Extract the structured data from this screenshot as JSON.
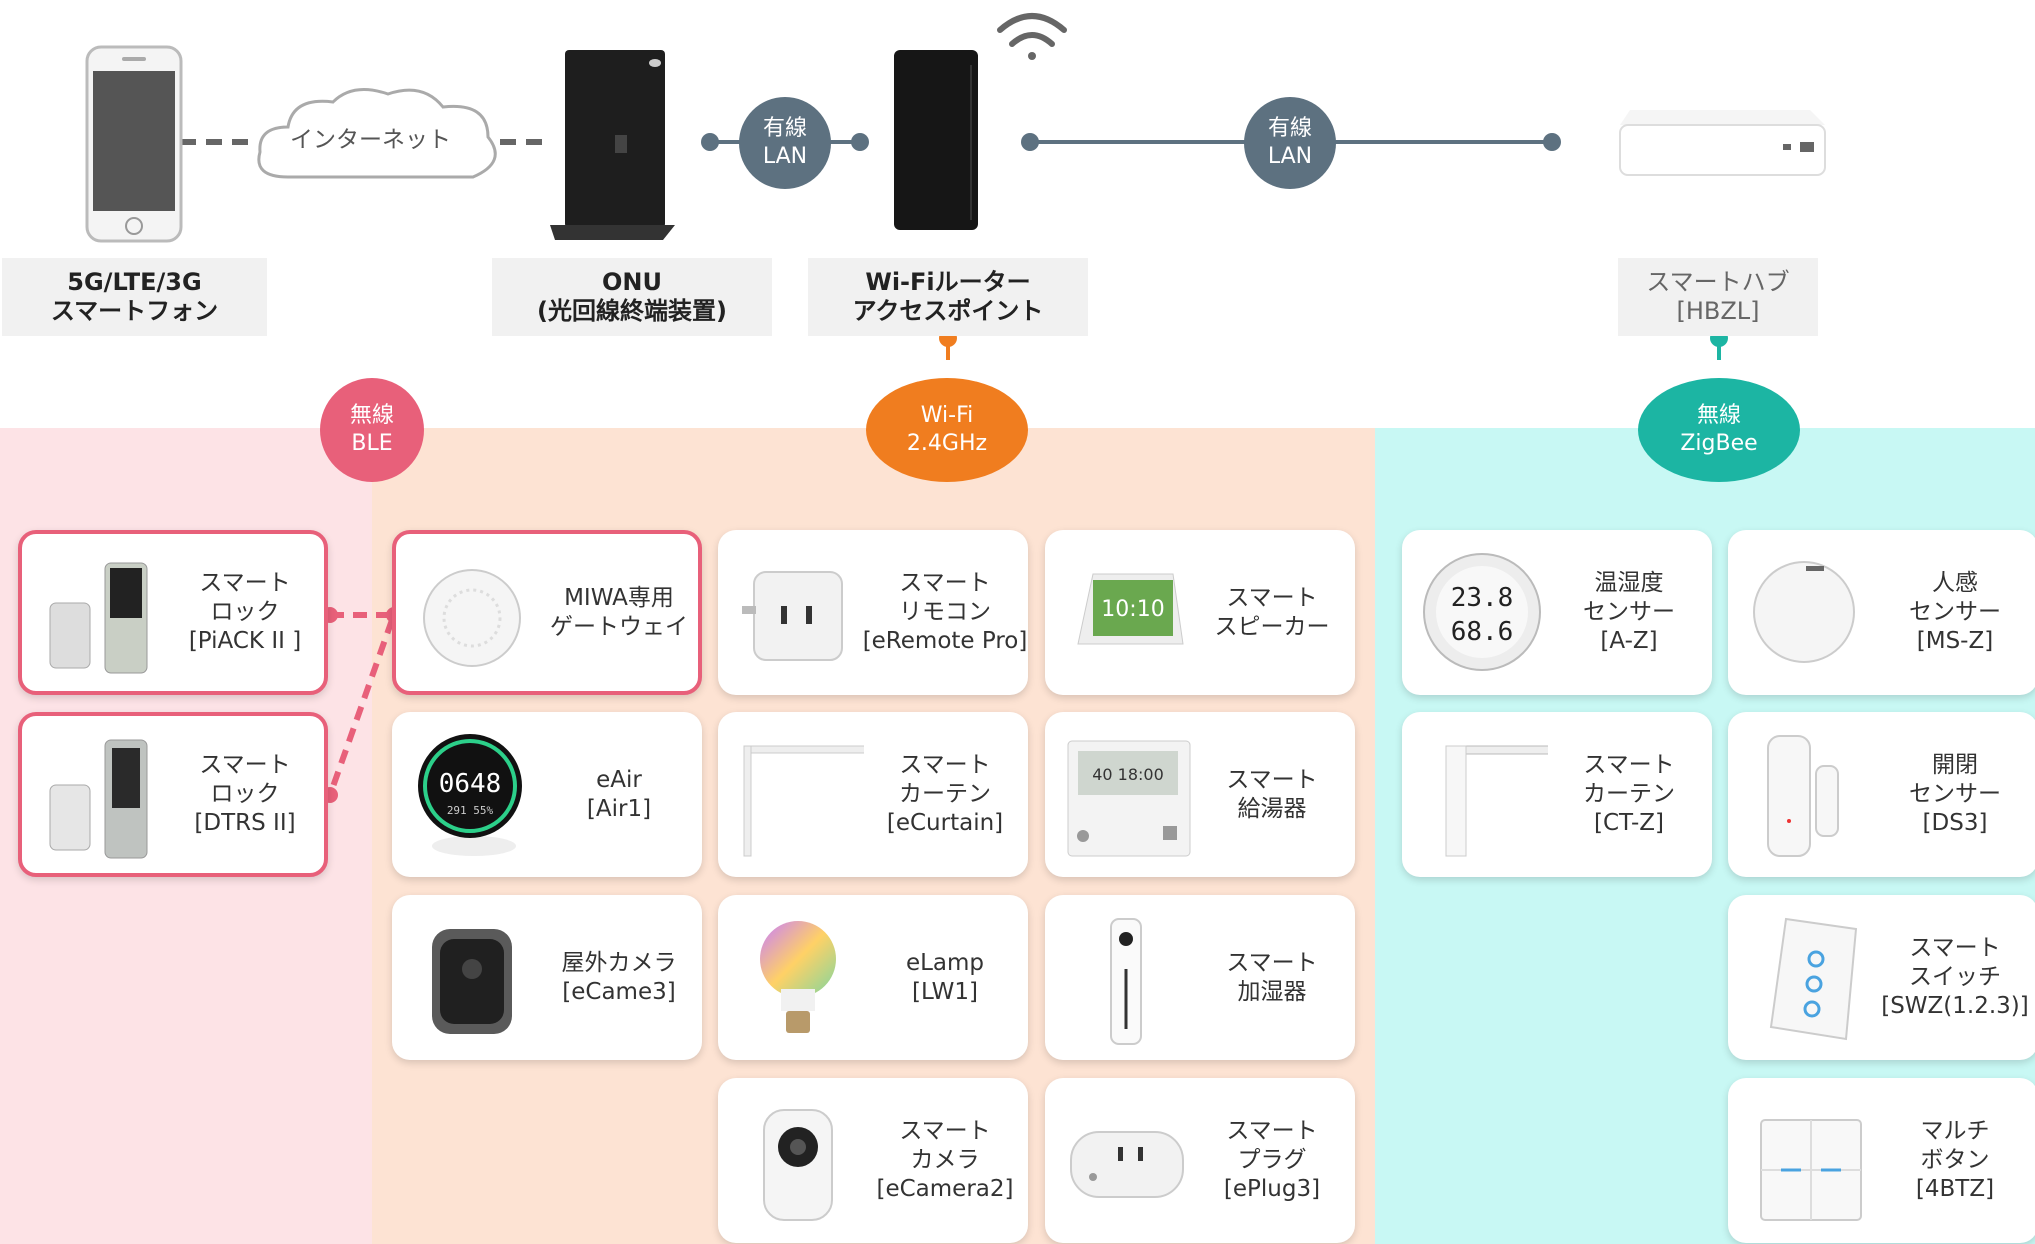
{
  "colors": {
    "ble": "#e8607a",
    "wifi": "#f07d1f",
    "zigbee": "#1cb5a3",
    "lan": "#5d7180",
    "ble_zone": "#fde3e6",
    "wifi_zone": "#fde3d3",
    "zigbee_zone": "#c8f8f4"
  },
  "top": {
    "internet": "インターネット",
    "lan_a": [
      "有線",
      "LAN"
    ],
    "lan_b": [
      "有線",
      "LAN"
    ],
    "phone_label": [
      "5G/LTE/3G",
      "スマートフォン"
    ],
    "onu_label": [
      "ONU",
      "(光回線終端装置)"
    ],
    "router_label": [
      "Wi-Fiルーター",
      "アクセスポイント"
    ],
    "hub_label": [
      "スマートハブ",
      "[HBZL]"
    ]
  },
  "bubbles": {
    "ble": [
      "無線",
      "BLE"
    ],
    "wifi": [
      "Wi-Fi",
      "2.4GHz"
    ],
    "zigbee": [
      "無線",
      "ZigBee"
    ]
  },
  "ble_cards": [
    {
      "lines": [
        "スマート",
        "ロック",
        "[PiACK II ]"
      ],
      "icon": "smart-lock-piack-icon"
    },
    {
      "lines": [
        "スマート",
        "ロック",
        "[DTRS II]"
      ],
      "icon": "smart-lock-dtrs-icon"
    }
  ],
  "wifi_cards": [
    {
      "lines": [
        "MIWA専用",
        "ゲートウェイ"
      ],
      "icon": "gateway-icon"
    },
    {
      "lines": [
        "スマート",
        "リモコン",
        "[eRemote Pro]"
      ],
      "icon": "remote-icon"
    },
    {
      "lines": [
        "スマート",
        "スピーカー"
      ],
      "icon": "speaker-icon"
    },
    {
      "lines": [
        "eAir",
        "[Air1]"
      ],
      "icon": "air-monitor-icon"
    },
    {
      "lines": [
        "スマート",
        "カーテン",
        "[eCurtain]"
      ],
      "icon": "curtain-icon"
    },
    {
      "lines": [
        "スマート",
        "給湯器"
      ],
      "icon": "water-heater-icon"
    },
    {
      "lines": [
        "屋外カメラ",
        "[eCame3]"
      ],
      "icon": "outdoor-camera-icon"
    },
    {
      "lines": [
        "eLamp",
        "[LW1]"
      ],
      "icon": "lamp-icon"
    },
    {
      "lines": [
        "スマート",
        "加湿器"
      ],
      "icon": "humidifier-icon"
    },
    {
      "lines": [
        "スマート",
        "カメラ",
        "[eCamera2]"
      ],
      "icon": "camera-icon"
    },
    {
      "lines": [
        "スマート",
        "プラグ",
        "[ePlug3]"
      ],
      "icon": "plug-icon"
    }
  ],
  "zigbee_cards": [
    {
      "lines": [
        "温湿度",
        "センサー",
        "[A-Z]"
      ],
      "icon": "thermometer-icon"
    },
    {
      "lines": [
        "人感",
        "センサー",
        "[MS-Z]"
      ],
      "icon": "motion-sensor-icon"
    },
    {
      "lines": [
        "スマート",
        "カーテン",
        "[CT-Z]"
      ],
      "icon": "curtain-rail-icon"
    },
    {
      "lines": [
        "開閉",
        "センサー",
        "[DS3]"
      ],
      "icon": "door-sensor-icon"
    },
    {
      "lines": [
        "スマート",
        "スイッチ",
        "[SWZ(1.2.3)]"
      ],
      "icon": "wall-switch-icon"
    },
    {
      "lines": [
        "マルチ",
        "ボタン",
        "[4BTZ]"
      ],
      "icon": "multi-button-icon"
    }
  ],
  "screens": {
    "air": "0648",
    "air_sub": "291 55%",
    "speaker": "10:10",
    "heater": "40 18:00",
    "thermo_t": "23.8",
    "thermo_h": "68.6"
  }
}
